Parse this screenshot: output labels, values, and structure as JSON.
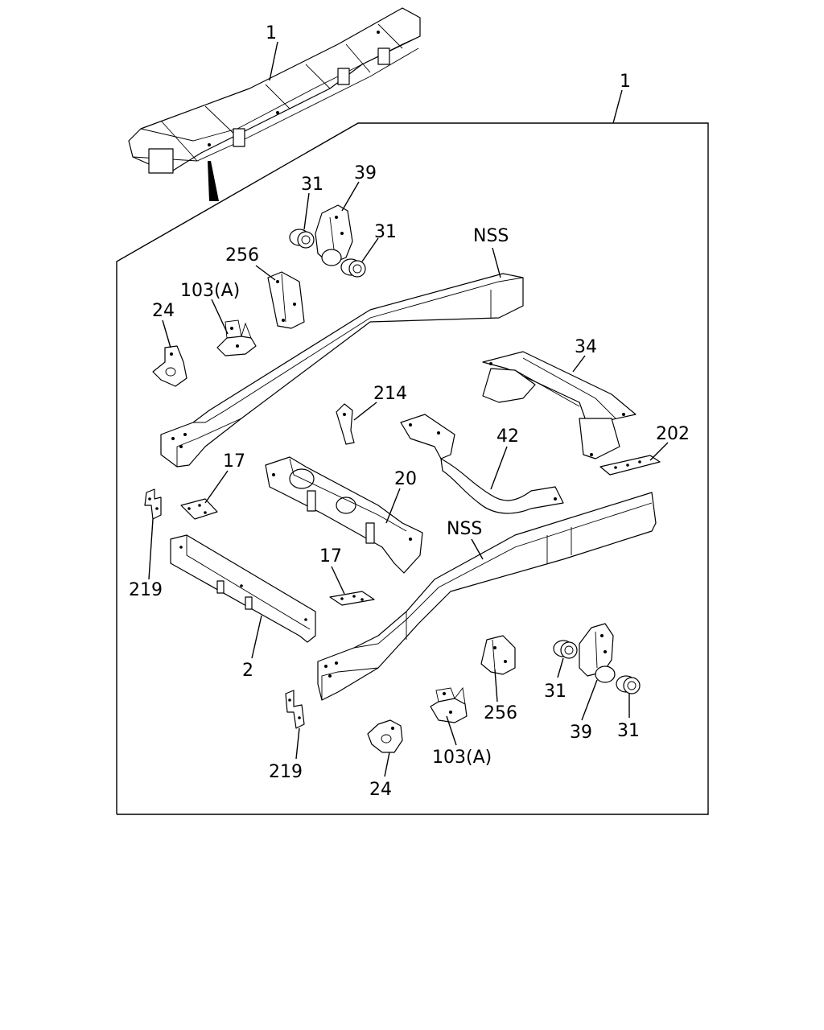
{
  "callouts": {
    "frame_top": "1",
    "frame_box": "1",
    "bushing_a": "31",
    "bracket_39_a": "39",
    "bushing_b": "31",
    "plate_256_a": "256",
    "rail_nss_a": "NSS",
    "bracket_103a_a": "103(A)",
    "bracket_24_a": "24",
    "crossmember_34": "34",
    "bracket_214": "214",
    "crossmember_42": "42",
    "plate_202": "202",
    "plate_17_a": "17",
    "crossmember_20": "20",
    "rail_nss_b": "NSS",
    "bracket_219_a": "219",
    "plate_17_b": "17",
    "crossmember_2": "2",
    "bushing_c": "31",
    "plate_256_b": "256",
    "bracket_39_b": "39",
    "bushing_d": "31",
    "bracket_219_b": "219",
    "bracket_103a_b": "103(A)",
    "bracket_24_b": "24"
  }
}
